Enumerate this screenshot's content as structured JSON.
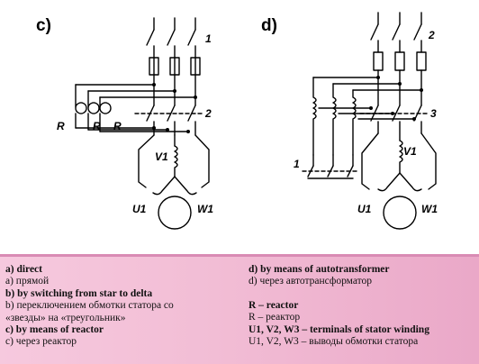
{
  "diagram": {
    "left": {
      "panel_label": "c)",
      "switch_label": "1",
      "contactor_label": "2",
      "reactor_labels": [
        "R",
        "R",
        "R"
      ],
      "terminal_labels": [
        "V1",
        "U1",
        "W1"
      ]
    },
    "right": {
      "panel_label": "d)",
      "switch_label": "2",
      "contactor_label": "3",
      "lower_contactor_label": "1",
      "terminal_labels": [
        "V1",
        "U1",
        "W1"
      ]
    }
  },
  "legend": {
    "left": [
      {
        "en": "a) direct",
        "ru": "а) прямой"
      },
      {
        "en": "b) by  switching from star to delta",
        "ru": "b) переключением обмотки статора со",
        "ru2": "«звезды» на «треугольник»"
      },
      {
        "en": "c) by means of reactor",
        "ru": "с) через реактор"
      }
    ],
    "right": [
      {
        "en": "d) by means of autotransformer",
        "ru": "d) через автотрансформатор"
      },
      {
        "en": "R – reactor",
        "ru": "R – реактор"
      },
      {
        "en": "U1, V2, W3 – terminals of stator winding",
        "ru": "U1, V2, W3 – выводы обмотки статора"
      }
    ]
  }
}
